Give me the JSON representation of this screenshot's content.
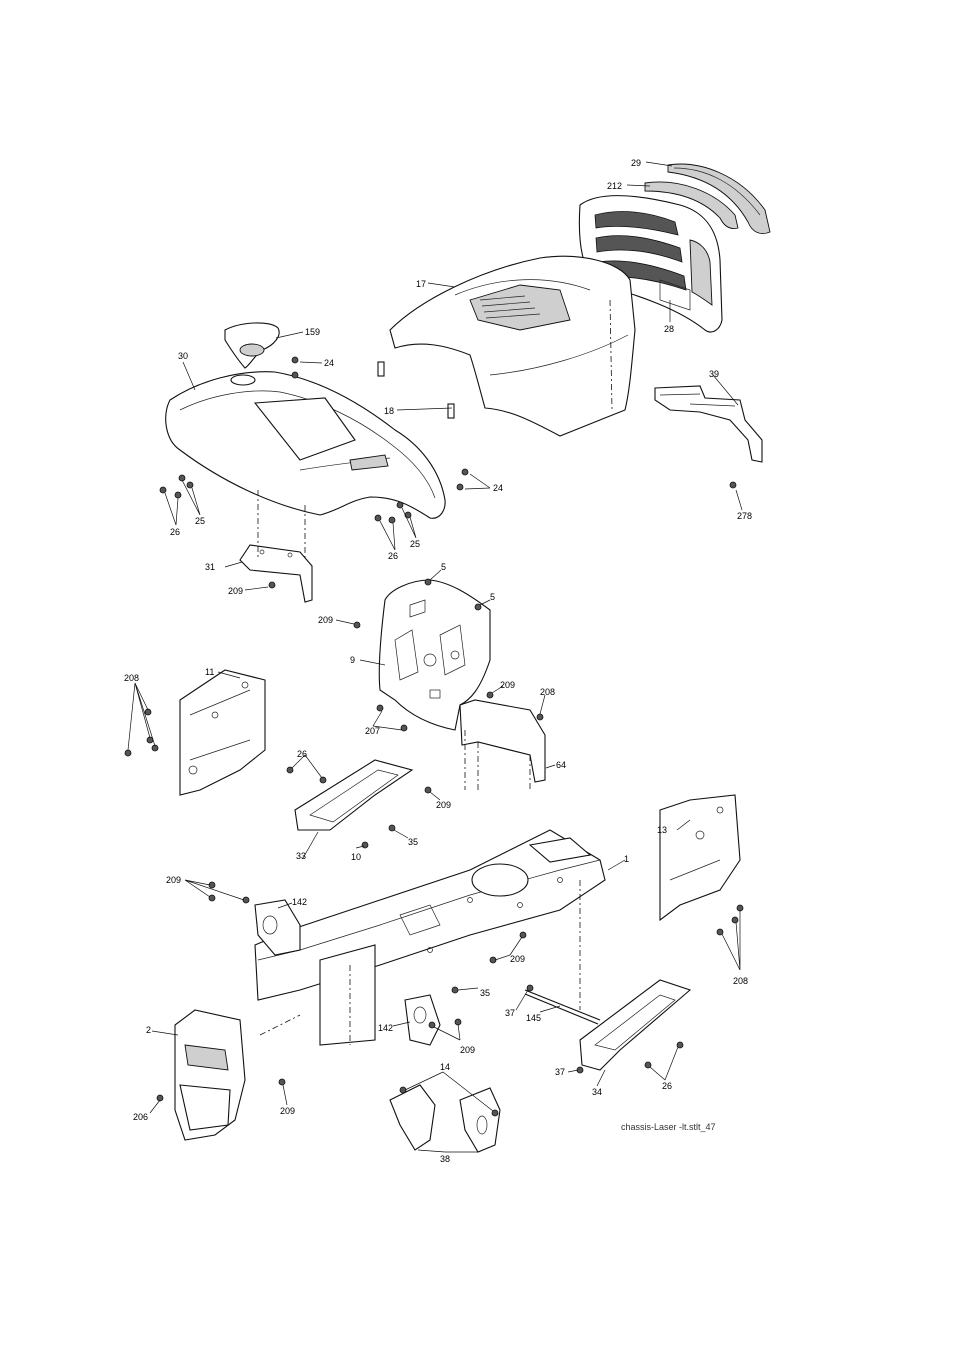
{
  "caption": "chassis-Laser -lt.stlt_47",
  "callouts": {
    "c29": "29",
    "c212": "212",
    "c17": "17",
    "c28": "28",
    "c159": "159",
    "c24a": "24",
    "c30": "30",
    "c18": "18",
    "c39": "39",
    "c24b": "24",
    "c278": "278",
    "c25a": "25",
    "c26a": "26",
    "c26b": "26",
    "c25b": "25",
    "c31": "31",
    "c209a": "209",
    "c5a": "5",
    "c5b": "5",
    "c209b": "209",
    "c9": "9",
    "c11": "11",
    "c208a": "208",
    "c209c": "209",
    "c208b": "208",
    "c207": "207",
    "c64": "64",
    "c26c": "26",
    "c209d": "209",
    "c35a": "35",
    "c33": "33",
    "c10": "10",
    "c13": "13",
    "c1": "1",
    "c209e": "209",
    "c142a": "142",
    "c209f": "209",
    "c35b": "35",
    "c208c": "208",
    "c37a": "37",
    "c145": "145",
    "c142b": "142",
    "c209g": "209",
    "c2": "2",
    "c37b": "37",
    "c34": "34",
    "c26d": "26",
    "c209h": "209",
    "c206": "206",
    "c14": "14",
    "c38": "38"
  }
}
